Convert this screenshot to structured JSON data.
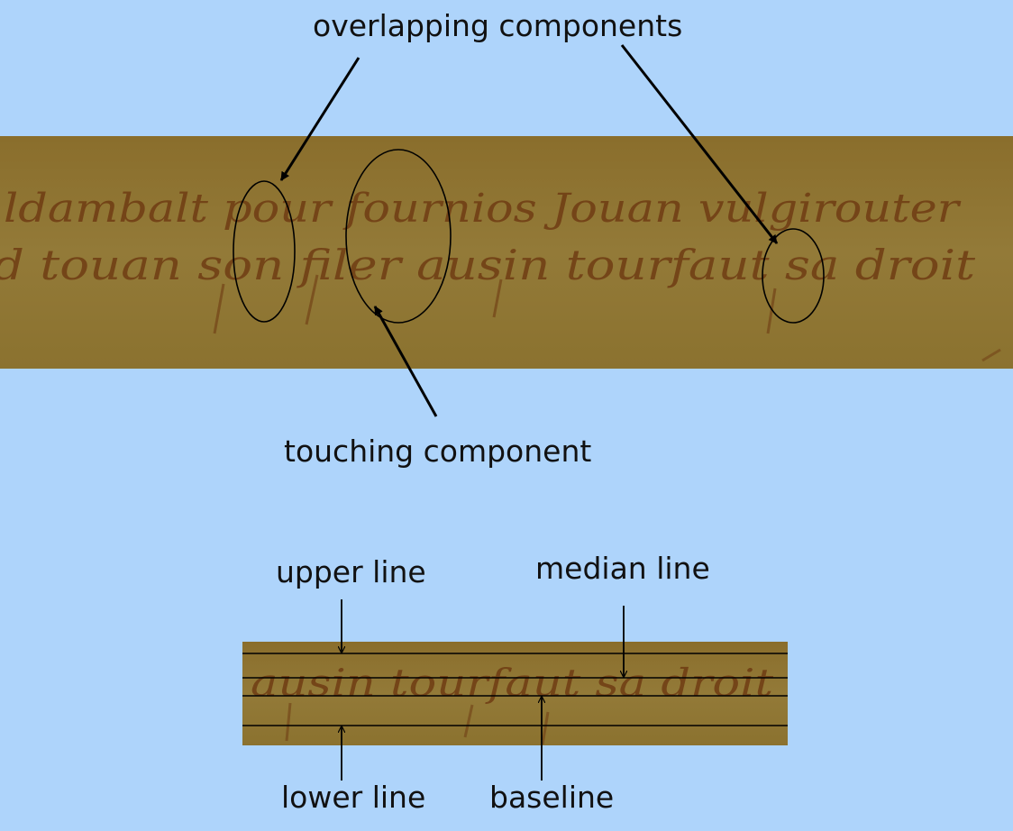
{
  "top_panel": {
    "labels": {
      "overlapping": "overlapping components",
      "touching": "touching component"
    },
    "manuscript_lines": [
      "ldambalt pour fournios Jouan vulgirouter",
      "d touan son filer ausin tourfaut sa droit"
    ]
  },
  "bottom_panel": {
    "labels": {
      "upper_line": "upper line",
      "median_line": "median line",
      "lower_line": "lower line",
      "baseline": "baseline"
    },
    "manuscript_line": "ausin tourfaut sa droit"
  },
  "colors": {
    "background": "#aed4fb",
    "parchment": "#8c7230",
    "ink": "#6e3a12",
    "annotation": "#000000"
  }
}
